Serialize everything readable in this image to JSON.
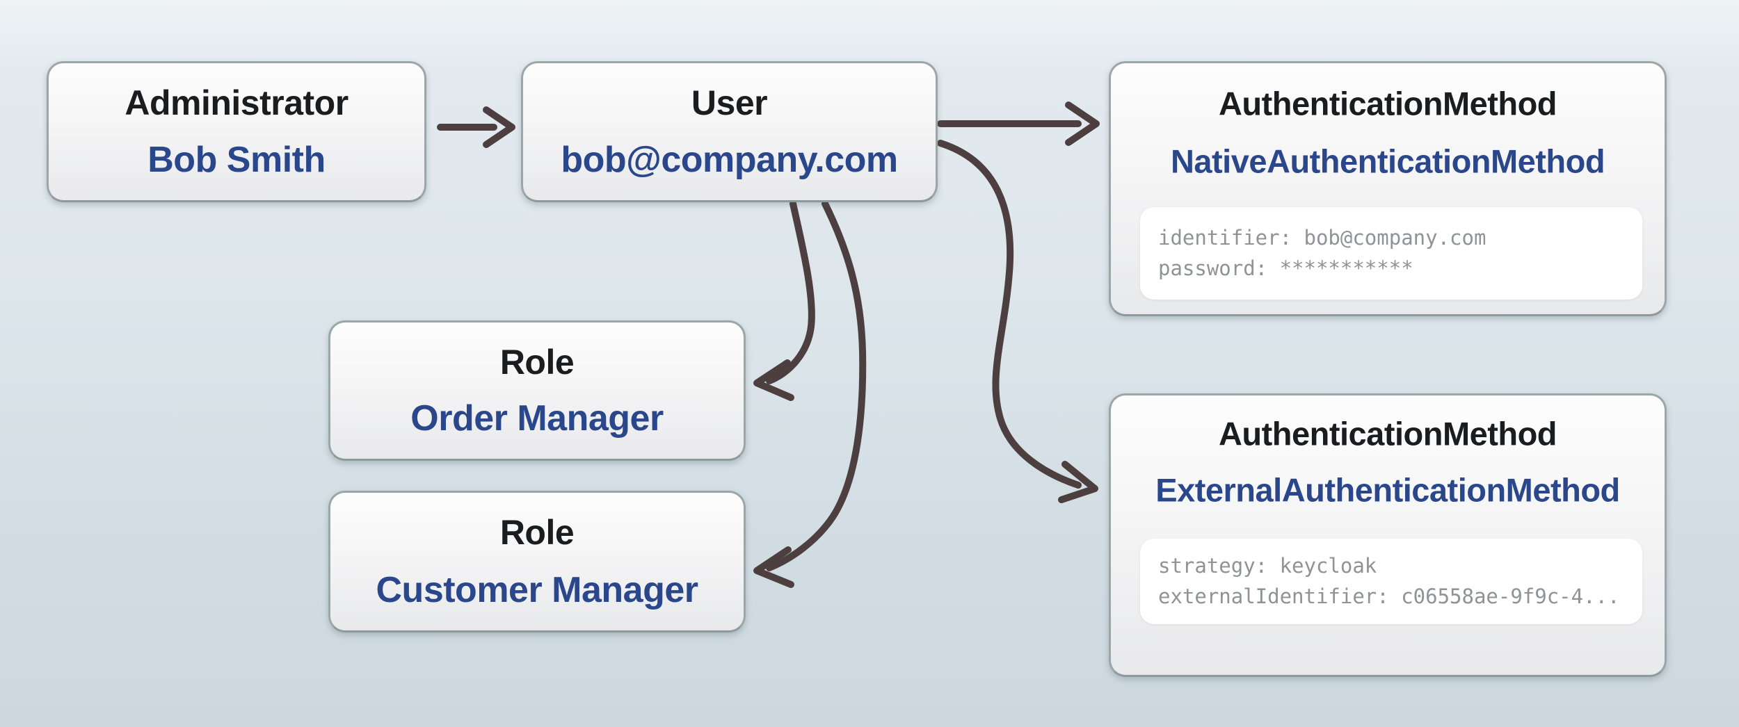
{
  "diagram": {
    "colors": {
      "arrow_color": "#4d3f40",
      "title_color": "#1b1c1e",
      "value_color": "#2a478c",
      "property_color": "#8f9296",
      "background_top": "#eef3f5",
      "background_bottom": "#ccd8de",
      "node_border": "#9ba6a9",
      "node_fill_top": "#fdfdfe",
      "node_fill_bottom": "#e8e9eb",
      "panel_fill": "#ffffff"
    },
    "nodes": [
      {
        "id": "administrator",
        "type_label": "Administrator",
        "value": "Bob Smith"
      },
      {
        "id": "user",
        "type_label": "User",
        "value": "bob@company.com"
      },
      {
        "id": "authentication-method-native",
        "type_label": "AuthenticationMethod",
        "value": "NativeAuthenticationMethod",
        "properties": [
          "identifier: bob@company.com",
          "password: ***********"
        ]
      },
      {
        "id": "role-order-manager",
        "type_label": "Role",
        "value": "Order Manager"
      },
      {
        "id": "role-customer-manager",
        "type_label": "Role",
        "value": "Customer Manager"
      },
      {
        "id": "authentication-method-external",
        "type_label": "AuthenticationMethod",
        "value": "ExternalAuthenticationMethod",
        "properties": [
          "strategy: keycloak",
          "externalIdentifier: c06558ae-9f9c-4..."
        ]
      }
    ],
    "edges": [
      {
        "from": "administrator",
        "to": "user"
      },
      {
        "from": "user",
        "to": "authentication-method-native"
      },
      {
        "from": "user",
        "to": "role-order-manager"
      },
      {
        "from": "user",
        "to": "role-customer-manager"
      },
      {
        "from": "user",
        "to": "authentication-method-external"
      }
    ]
  }
}
